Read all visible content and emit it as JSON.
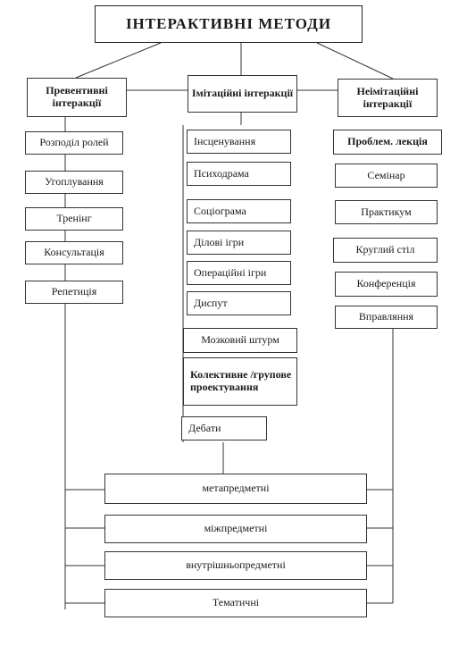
{
  "title": "ІНТЕРАКТИВНІ МЕТОДИ",
  "groups": {
    "preventive": {
      "header": "Превентивні інтеракції",
      "items": [
        "Розподіл ролей",
        "Угоплування",
        "Тренінг",
        "Консультація",
        "Репетиція"
      ]
    },
    "imitation": {
      "header": "Імітаційні інтеракції",
      "items": [
        "Інсценування",
        "Психодрама",
        "Соціограма",
        "Ділові ігри",
        "Операційні ігри",
        "Диспут",
        "Мозковий штурм",
        "Колективне /групове проектування",
        "Дебати"
      ]
    },
    "non_imitation": {
      "header": "Неімітаційні інтеракції",
      "items": [
        "Проблем. лекція",
        "Семінар",
        "Практикум",
        "Круглий стіл",
        "Конференція",
        "Вправляння"
      ]
    }
  },
  "levels": [
    "метапредметні",
    "міжпредметні",
    "внутрішньопредметні",
    "Тематичні"
  ]
}
